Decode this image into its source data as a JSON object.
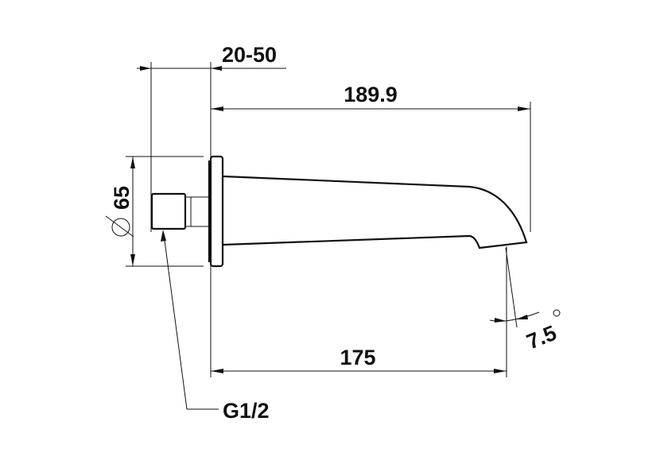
{
  "drawing": {
    "dimensions": {
      "wall_range": "20-50",
      "total_length": "189.9",
      "outlet_length": "175",
      "flange_diameter": "65",
      "angle": "7.5",
      "thread": "G1/2"
    },
    "symbols": {
      "diameter": "diameter-symbol",
      "degree": "degree-symbol"
    },
    "line_color": "#111111"
  }
}
